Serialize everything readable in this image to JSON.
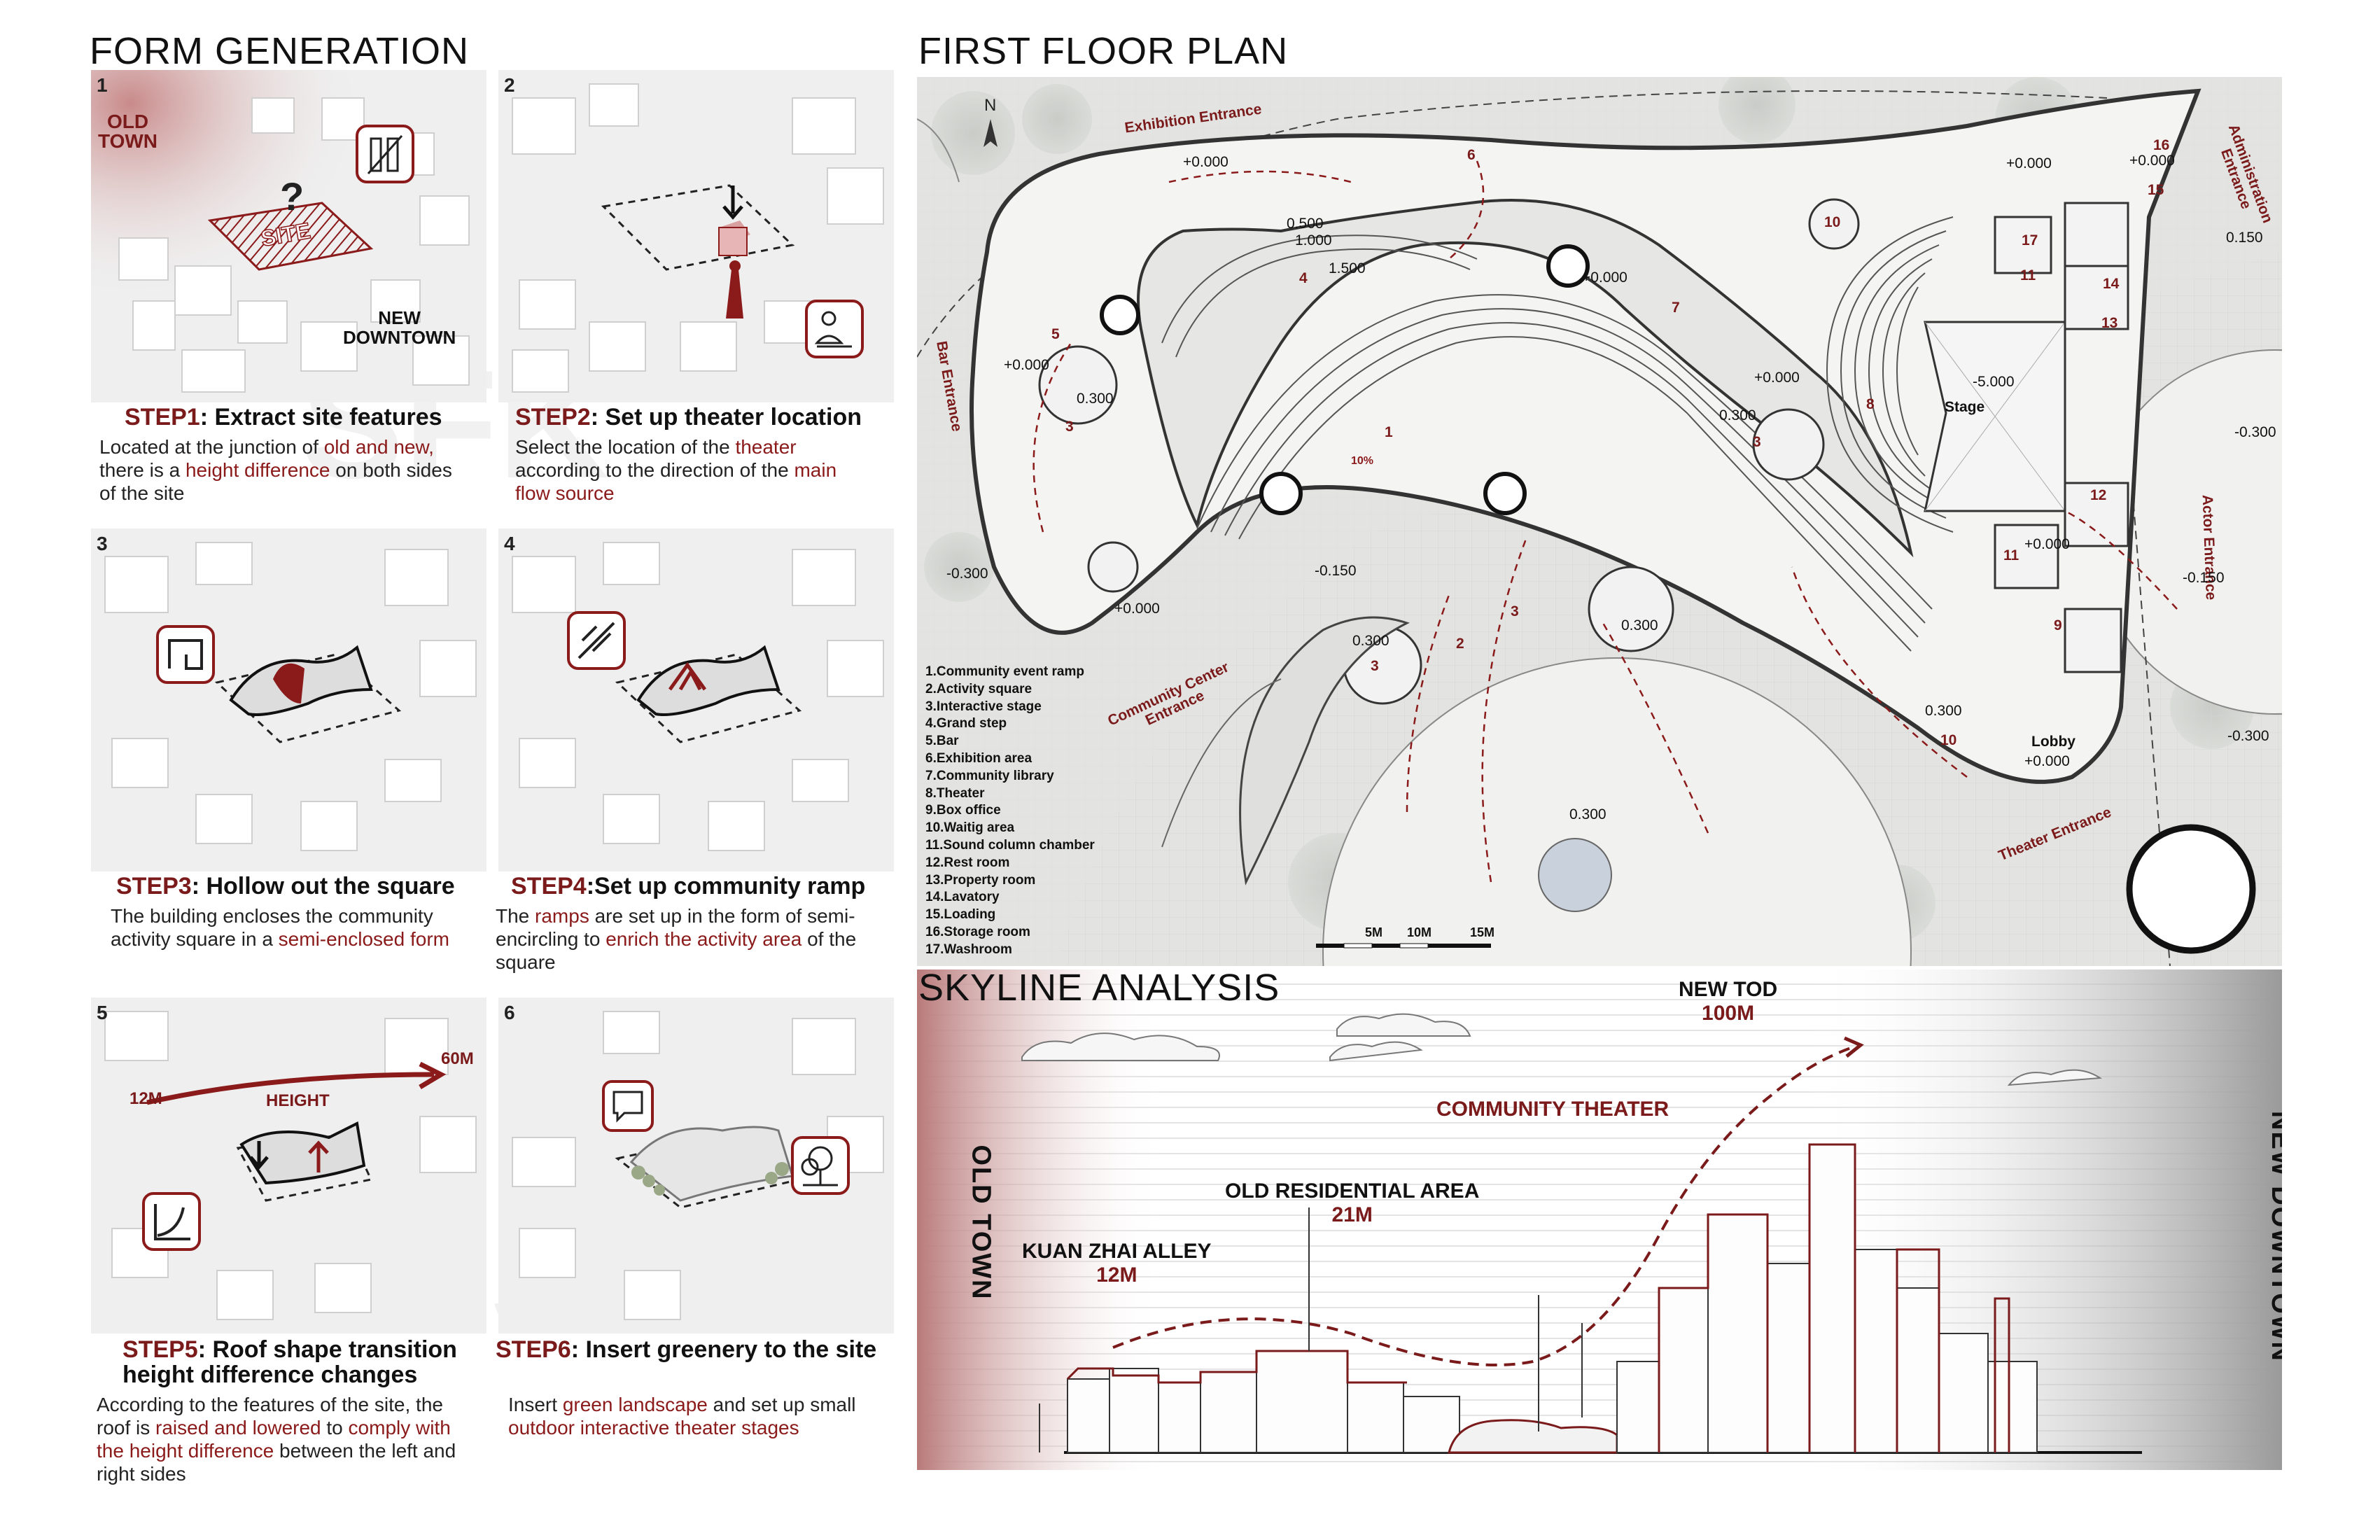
{
  "form": {
    "title": "FORM GENERATION",
    "panels": [
      {
        "num": "1",
        "title_prefix": "STEP1",
        "title_rest": ": Extract site features",
        "desc": [
          [
            "Located at the junction of ",
            ""
          ],
          [
            "old and new,",
            "h"
          ],
          [
            "\nthere is a ",
            ""
          ],
          [
            "height difference",
            "h"
          ],
          [
            " on both sides\nof the site",
            ""
          ]
        ],
        "labels": {
          "old_town": "OLD\nTOWN",
          "site": "SITE",
          "new_downtown": "NEW\nDOWNTOWN",
          "question": "?"
        }
      },
      {
        "num": "2",
        "title_prefix": "STEP2",
        "title_rest": ": Set up theater location",
        "desc": [
          [
            "Select the location of the ",
            ""
          ],
          [
            "theater",
            "h"
          ],
          [
            "\naccording to the direction of the ",
            ""
          ],
          [
            "main\nflow source",
            "h"
          ]
        ]
      },
      {
        "num": "3",
        "title_prefix": "STEP3",
        "title_rest": ": Hollow out the square",
        "desc": [
          [
            "The building encloses the community\nactivity square in a ",
            ""
          ],
          [
            "semi-enclosed form",
            "h"
          ]
        ]
      },
      {
        "num": "4",
        "title_prefix": "STEP4",
        "title_rest": ":Set up community ramp",
        "desc": [
          [
            "The ",
            ""
          ],
          [
            "ramps",
            "h"
          ],
          [
            " are set up in the form of semi-\nencircling to ",
            ""
          ],
          [
            "enrich the activity area",
            "h"
          ],
          [
            " of the\nsquare",
            ""
          ]
        ]
      },
      {
        "num": "5",
        "title_prefix": "STEP5",
        "title_rest": ": Roof shape transition\nheight difference changes",
        "desc": [
          [
            "According to the features of the site, the\nroof is ",
            ""
          ],
          [
            "raised and lowered",
            "h"
          ],
          [
            " to ",
            ""
          ],
          [
            "comply with\nthe height difference",
            "h"
          ],
          [
            " between the left and\nright sides",
            ""
          ]
        ],
        "labels": {
          "low": "12M",
          "high": "60M",
          "height": "HEIGHT"
        }
      },
      {
        "num": "6",
        "title_prefix": "STEP6",
        "title_rest": ": Insert greenery to the site",
        "desc": [
          [
            "Insert ",
            ""
          ],
          [
            "green landscape",
            "h"
          ],
          [
            " and set up small\n",
            ""
          ],
          [
            "outdoor interactive theater stages",
            "h"
          ]
        ]
      }
    ]
  },
  "plan": {
    "title": "FIRST FLOOR PLAN",
    "north": "N",
    "stage": "Stage",
    "lobby": "Lobby",
    "entrances": {
      "exhibition": "Exhibition Entrance",
      "bar": "Bar Entrance",
      "community": "Community Center\nEntrance",
      "theater": "Theater Entrance",
      "actor": "Actor Entrance",
      "administration": "Administration\nEntrance"
    },
    "levels": {
      "l1": "+0.000",
      "l2": "0.500",
      "l3": "1.000",
      "l4": "1.500",
      "l5": "-5.000",
      "l6": "0.300",
      "l7": "-0.150",
      "l8": "-0.300",
      "l9": "0.150"
    },
    "numbers": [
      "1",
      "2",
      "3",
      "4",
      "5",
      "6",
      "7",
      "8",
      "9",
      "10",
      "11",
      "12",
      "13",
      "14",
      "15",
      "16",
      "17"
    ],
    "slope": "10%",
    "scale": [
      "5M",
      "10M",
      "15M"
    ],
    "legend": [
      "1.Community event ramp",
      "2.Activity square",
      "3.Interactive stage",
      "4.Grand step",
      "5.Bar",
      "6.Exhibition area",
      "7.Community library",
      "8.Theater",
      "9.Box office",
      "10.Waitig area",
      "11.Sound column chamber",
      "12.Rest room",
      "13.Property room",
      "14.Lavatory",
      "15.Loading",
      "16.Storage room",
      "17.Washroom"
    ]
  },
  "skyline": {
    "title": "SKYLINE ANALYSIS",
    "old_town": "OLD TOWN",
    "new_downtown": "NEW DOWNTOWN",
    "kuan_title": "KUAN ZHAI ALLEY",
    "kuan_h": "12M",
    "old_res_title": "OLD RESIDENTIAL AREA",
    "old_res_h": "21M",
    "theater": "COMMUNITY THEATER",
    "tod_title": "NEW TOD",
    "tod_h": "100M"
  },
  "colors": {
    "accent": "#7a1a1a",
    "plan_bg": "#e9eae8"
  }
}
